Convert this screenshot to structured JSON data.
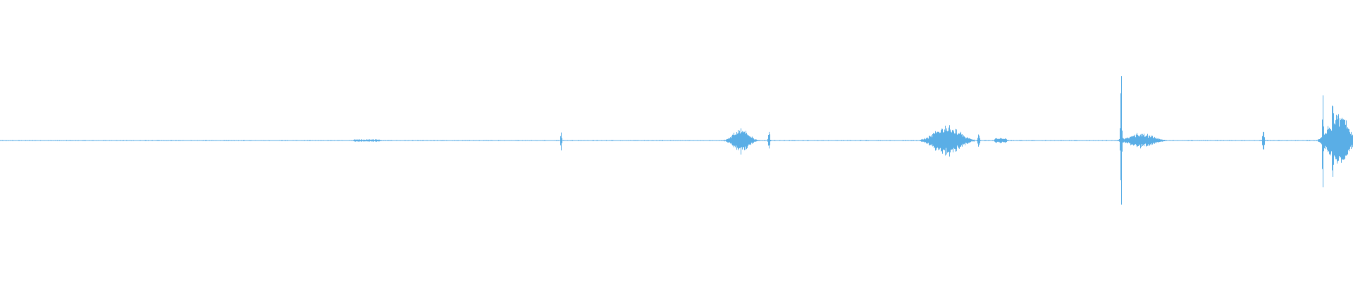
{
  "waveform": {
    "color": "#5aaee6",
    "background": "#ffffff",
    "baseline_amplitude": 0.004,
    "events": [
      {
        "position": 0.2707,
        "amplitude": 0.01,
        "duration": 0.018,
        "shape": "noise"
      },
      {
        "position": 0.4145,
        "amplitude": 0.09,
        "duration": 0.0018,
        "shape": "click"
      },
      {
        "position": 0.5475,
        "amplitude": 0.11,
        "duration": 0.016,
        "shape": "burst"
      },
      {
        "position": 0.5682,
        "amplitude": 0.09,
        "duration": 0.0025,
        "shape": "click"
      },
      {
        "position": 0.6998,
        "amplitude": 0.13,
        "duration": 0.026,
        "shape": "burst"
      },
      {
        "position": 0.7231,
        "amplitude": 0.06,
        "duration": 0.003,
        "shape": "click"
      },
      {
        "position": 0.7395,
        "amplitude": 0.02,
        "duration": 0.008,
        "shape": "noise"
      },
      {
        "position": 0.8284,
        "amplitude": 0.52,
        "duration": 0.0025,
        "shape": "click"
      },
      {
        "position": 0.8433,
        "amplitude": 0.06,
        "duration": 0.025,
        "shape": "burst"
      },
      {
        "position": 0.9336,
        "amplitude": 0.14,
        "duration": 0.0025,
        "shape": "click"
      },
      {
        "position": 0.9775,
        "amplitude": 0.46,
        "duration": 0.002,
        "shape": "click"
      },
      {
        "position": 0.985,
        "amplitude": 0.48,
        "duration": 0.003,
        "shape": "click"
      },
      {
        "position": 0.989,
        "amplitude": 0.22,
        "duration": 0.02,
        "shape": "burst"
      }
    ]
  }
}
